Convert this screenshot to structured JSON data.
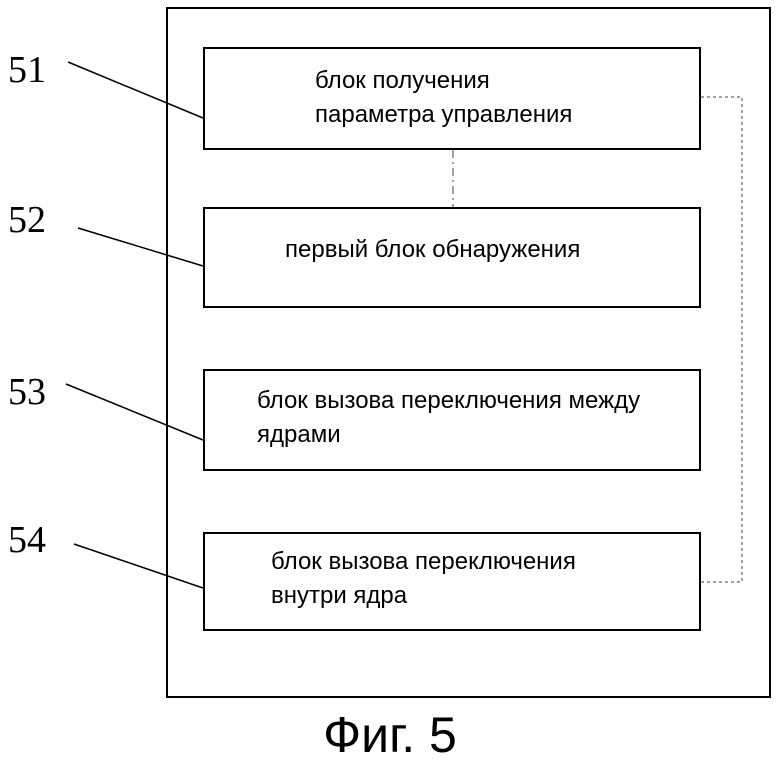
{
  "blocks": [
    {
      "ref": "51",
      "lines": [
        "блок получения",
        "параметра управления"
      ]
    },
    {
      "ref": "52",
      "lines": [
        "первый блок обнаружения"
      ]
    },
    {
      "ref": "53",
      "lines": [
        "блок вызова переключения между",
        "ядрами"
      ]
    },
    {
      "ref": "54",
      "lines": [
        "блок вызова переключения",
        "внутри ядра"
      ]
    }
  ],
  "caption": "Фиг. 5"
}
